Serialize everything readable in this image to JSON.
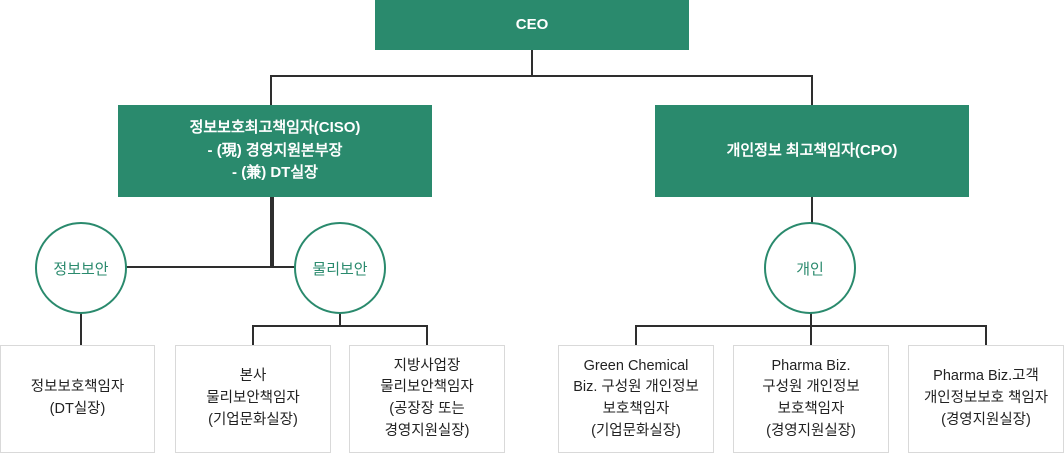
{
  "colors": {
    "node_green": "#2A8A6D",
    "connector": "#2E2E2E",
    "box_border": "#D9D9D9",
    "text_dark": "#222222"
  },
  "nodes": {
    "ceo": {
      "label": "CEO"
    },
    "ciso": {
      "lines": [
        "정보보호최고책임자(CISO)",
        "- (現) 경영지원본부장",
        "- (兼) DT실장"
      ]
    },
    "cpo": {
      "label": "개인정보 최고책임자(CPO)"
    },
    "info_security_circle": {
      "label": "정보보안"
    },
    "physical_security_circle": {
      "label": "물리보안"
    },
    "personal_circle": {
      "label": "개인"
    },
    "leaf_boxes": [
      {
        "lines": [
          "정보보호책임자",
          "(DT실장)"
        ]
      },
      {
        "lines": [
          "본사",
          "물리보안책임자",
          "(기업문화실장)"
        ]
      },
      {
        "lines": [
          "지방사업장",
          "물리보안책임자",
          "(공장장 또는",
          "경영지원실장)"
        ]
      },
      {
        "lines": [
          "Green Chemical",
          "Biz. 구성원 개인정보",
          "보호책임자",
          "(기업문화실장)"
        ]
      },
      {
        "lines": [
          "Pharma Biz.",
          "구성원 개인정보",
          "보호책임자",
          "(경영지원실장)"
        ]
      },
      {
        "lines": [
          "Pharma Biz.고객",
          "개인정보보호 책임자",
          "(경영지원실장)"
        ]
      }
    ]
  }
}
